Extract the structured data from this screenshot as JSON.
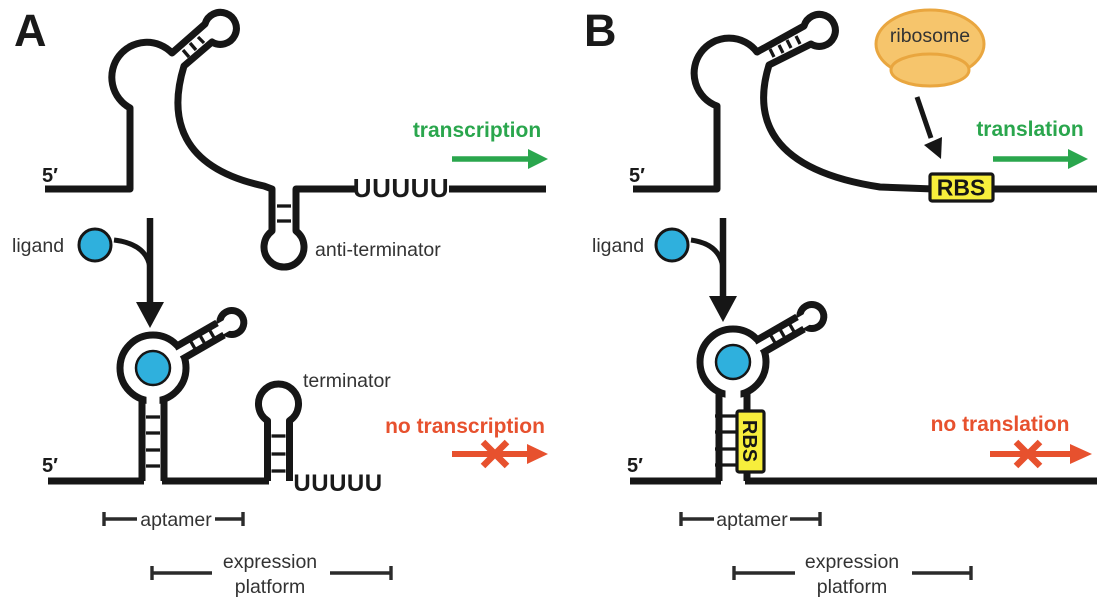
{
  "title": "Riboswitch regulation of transcription and translation",
  "colors": {
    "ink": "#161616",
    "green": "#2aa64d",
    "red": "#e7512e",
    "ligand_blue": "#2fb0dd",
    "rbs_yellow": "#f7ee3c",
    "ribosome_fill": "#f6c56c",
    "ribosome_stroke": "#e9a63f",
    "label_gray": "#333333"
  },
  "panel_a": {
    "label": "A",
    "five_prime_top": "5′",
    "five_prime_bottom": "5′",
    "ligand": "ligand",
    "anti_terminator": "anti-terminator",
    "terminator": "terminator",
    "poly_u_top": "UUUUU",
    "poly_u_bottom": "UUUUU",
    "on_text": "transcription",
    "off_text": "no transcription",
    "aptamer": "aptamer",
    "expression_line1": "expression",
    "expression_line2": "platform"
  },
  "panel_b": {
    "label": "B",
    "five_prime_top": "5′",
    "five_prime_bottom": "5′",
    "ligand": "ligand",
    "ribosome": "ribosome",
    "rbs_top": "RBS",
    "rbs_bottom": "RBS",
    "on_text": "translation",
    "off_text": "no translation",
    "aptamer": "aptamer",
    "expression_line1": "expression",
    "expression_line2": "platform"
  }
}
